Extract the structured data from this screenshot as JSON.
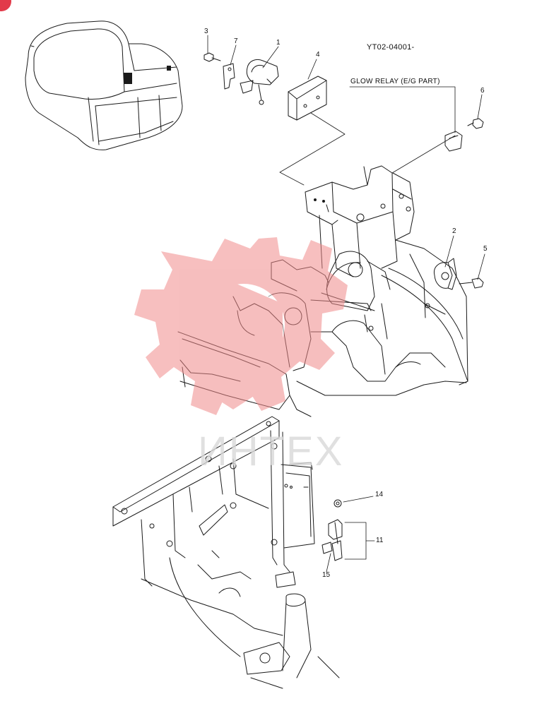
{
  "drawing_code": "YT02-04001-",
  "callout_glow_relay": "GLOW RELAY  (E/G PART)",
  "watermark_text": "ИНТЕХ",
  "watermark_color": "#f08a8a",
  "line_color": "#1a1a1a",
  "parts": [
    {
      "number": "1"
    },
    {
      "number": "2"
    },
    {
      "number": "3"
    },
    {
      "number": "4"
    },
    {
      "number": "5"
    },
    {
      "number": "6"
    },
    {
      "number": "7"
    },
    {
      "number": "11"
    },
    {
      "number": "14"
    },
    {
      "number": "15"
    }
  ]
}
